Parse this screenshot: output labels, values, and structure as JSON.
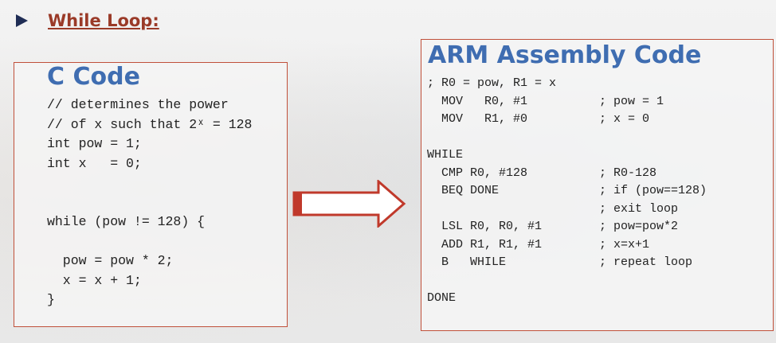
{
  "heading": "While Loop:",
  "c_panel": {
    "title": "C Code",
    "code_lines": [
      "// determines the power",
      "// of x such that 2ˣ = 128",
      "int pow = 1;",
      "int x   = 0;",
      "",
      "",
      "while (pow != 128) {",
      "",
      "  pow = pow * 2;",
      "  x = x + 1;",
      "}"
    ]
  },
  "arm_panel": {
    "title": "ARM Assembly Code",
    "code_lines": [
      "; R0 = pow, R1 = x",
      "  MOV   R0, #1          ; pow = 1",
      "  MOV   R1, #0          ; x = 0",
      "",
      "WHILE",
      "  CMP R0, #128          ; R0-128",
      "  BEQ DONE              ; if (pow==128)",
      "                        ; exit loop",
      "  LSL R0, R0, #1        ; pow=pow*2",
      "  ADD R1, R1, #1        ; x=x+1",
      "  B   WHILE             ; repeat loop",
      "",
      "DONE"
    ]
  },
  "colors": {
    "heading": "#9a3a28",
    "title": "#3f6db1",
    "border": "#c0503a",
    "arrow": "#c0392b"
  }
}
